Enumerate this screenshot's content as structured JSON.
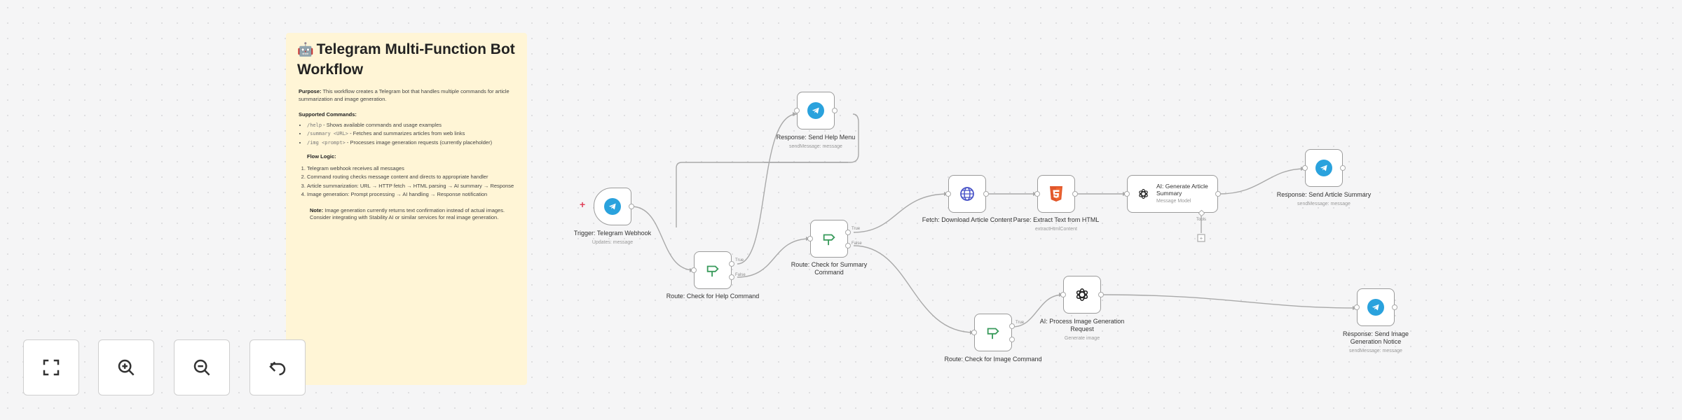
{
  "sticky": {
    "emoji": "🤖",
    "title": "Telegram Multi-Function Bot Workflow",
    "purpose_label": "Purpose:",
    "purpose_text": " This workflow creates a Telegram bot that handles multiple commands for article summarization and image generation.",
    "commands_label": "Supported Commands:",
    "commands": [
      {
        "code": "/help",
        "text": " - Shows available commands and usage examples"
      },
      {
        "code": "/summary <URL>",
        "text": " - Fetches and summarizes articles from web links"
      },
      {
        "code": "/img <prompt>",
        "text": " - Processes image generation requests (currently placeholder)"
      }
    ],
    "flow_label": "Flow Logic:",
    "flow": [
      "Telegram webhook receives all messages",
      "Command routing checks message content and directs to appropriate handler",
      "Article summarization: URL → HTTP fetch → HTML parsing → AI summary → Response",
      "Image generation: Prompt processing → AI handling → Response notification"
    ],
    "note_label": "Note:",
    "note_text": " Image generation currently returns text confirmation instead of actual images. Consider integrating with Stability AI or similar services for real image generation."
  },
  "nodes": {
    "trigger": {
      "title": "Trigger: Telegram Webhook",
      "sub": "Updates: message"
    },
    "check_help": {
      "title": "Route: Check for Help Command"
    },
    "send_help": {
      "title": "Response: Send Help Menu",
      "sub": "sendMessage: message"
    },
    "check_summary": {
      "title": "Route: Check for Summary Command"
    },
    "fetch": {
      "title": "Fetch: Download Article Content"
    },
    "parse": {
      "title": "Parse: Extract Text from HTML",
      "sub": "extractHtmlContent"
    },
    "ai_summary": {
      "title": "AI: Generate Article Summary",
      "sub": "Message Model"
    },
    "send_summary": {
      "title": "Response: Send Article Summary",
      "sub": "sendMessage: message"
    },
    "check_image": {
      "title": "Route: Check for Image Command"
    },
    "ai_image": {
      "title": "AI: Process Image Generation Request",
      "sub": "Generate image"
    },
    "send_image": {
      "title": "Response: Send Image Generation Notice",
      "sub": "sendMessage: message"
    }
  },
  "ports": {
    "true": "True",
    "false": "False",
    "tools": "Tools"
  },
  "controls": [
    {
      "name": "fit-view-button",
      "icon": "fit-view-icon"
    },
    {
      "name": "zoom-in-button",
      "icon": "zoom-in-icon"
    },
    {
      "name": "zoom-out-button",
      "icon": "zoom-out-icon"
    },
    {
      "name": "undo-button",
      "icon": "undo-icon"
    }
  ],
  "colors": {
    "telegram": "#2aa2dd",
    "route": "#3a9b5c",
    "http": "#4a55c8",
    "html": "#e1572b",
    "sticky": "#fff5d6"
  }
}
